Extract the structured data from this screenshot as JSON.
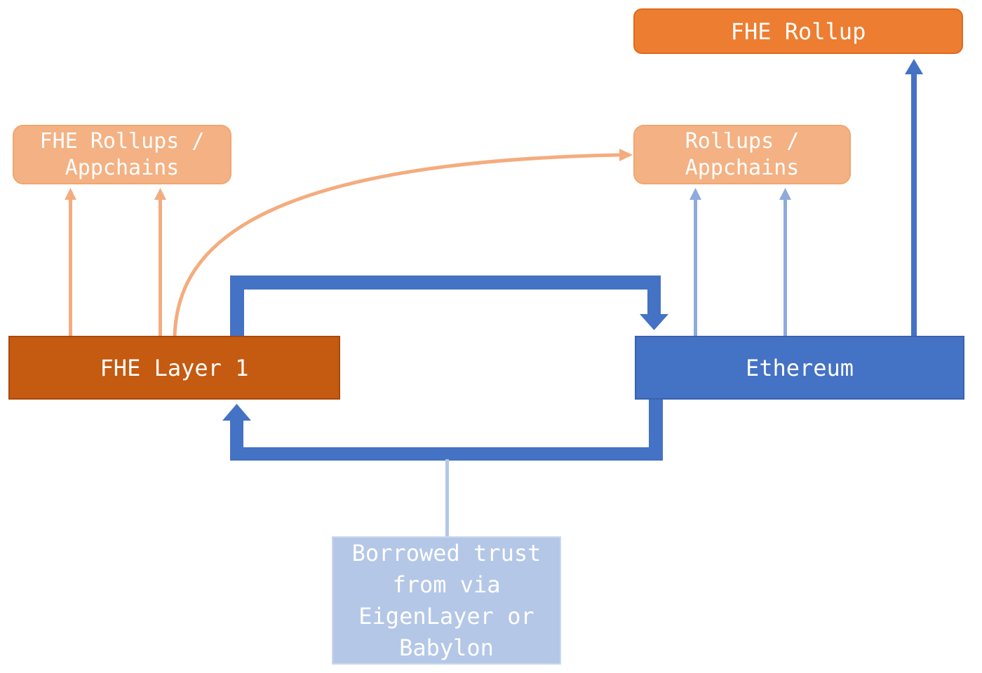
{
  "diagram": {
    "title": "FHE Layer 1 and Ethereum trust relationship diagram",
    "boxes": {
      "fhe_rollup": {
        "label": "FHE Rollup",
        "fill": "#ED7D31",
        "text_color": "#FFFFFF"
      },
      "fhe_rollups_appchains": {
        "line1": "FHE Rollups /",
        "line2": "Appchains",
        "fill": "#F4B183",
        "text_color": "#FFFFFF"
      },
      "rollups_appchains": {
        "line1": "Rollups /",
        "line2": "Appchains",
        "fill": "#F4B183",
        "text_color": "#FFFFFF"
      },
      "fhe_layer1": {
        "label": "FHE Layer 1",
        "fill": "#C55A11",
        "text_color": "#FFFFFF"
      },
      "ethereum": {
        "label": "Ethereum",
        "fill": "#4472C4",
        "text_color": "#FFFFFF"
      },
      "borrowed_trust": {
        "line1": "Borrowed trust",
        "line2": "from via",
        "line3": "EigenLayer or",
        "line4": "Babylon",
        "fill": "#B4C7E7",
        "text_color": "#FFFFFF"
      }
    },
    "arrows": {
      "fhe_layer1_to_fhe_rollups": {
        "count": 2,
        "color": "#F4B183",
        "style": "thin-up"
      },
      "fhe_layer1_to_rollups_appchains_curve": {
        "color": "#F4B183",
        "style": "curved-right"
      },
      "fhe_layer1_to_ethereum_loop": {
        "color": "#4472C4",
        "style": "thick-elbow-down"
      },
      "ethereum_to_fhe_layer1_loop": {
        "color": "#4472C4",
        "style": "thick-elbow-up"
      },
      "ethereum_to_rollups_appchains": {
        "count": 2,
        "color": "#8FAADC",
        "style": "thin-up"
      },
      "ethereum_to_fhe_rollup": {
        "color": "#4472C4",
        "style": "medium-up"
      },
      "borrowed_trust_connector": {
        "color": "#B4C7E7",
        "style": "thin-line"
      }
    }
  }
}
